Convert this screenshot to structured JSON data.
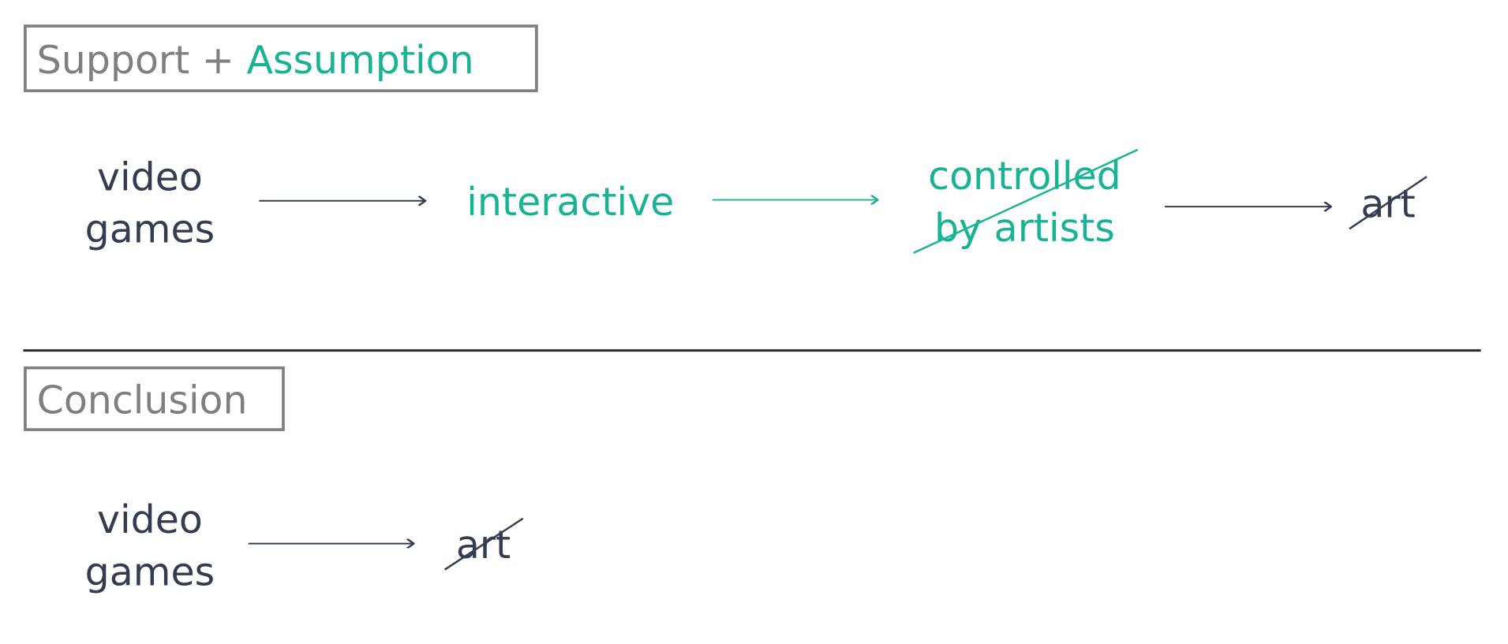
{
  "support_section": {
    "label_part1": "Support + ",
    "label_part2": "Assumption",
    "chain": [
      {
        "line1": "video",
        "line2": "games",
        "struck": false
      },
      {
        "text": "interactive",
        "struck": false
      },
      {
        "line1": "controlled",
        "line2": "by artists",
        "struck": true
      },
      {
        "text": "art",
        "struck": true
      }
    ]
  },
  "conclusion_section": {
    "label": "Conclusion",
    "chain": [
      {
        "line1": "video",
        "line2": "games",
        "struck": false
      },
      {
        "text": "art",
        "struck": true
      }
    ]
  },
  "colors": {
    "dark": "#333d4f",
    "teal": "#17b394",
    "gray": "#7f7f7f"
  }
}
